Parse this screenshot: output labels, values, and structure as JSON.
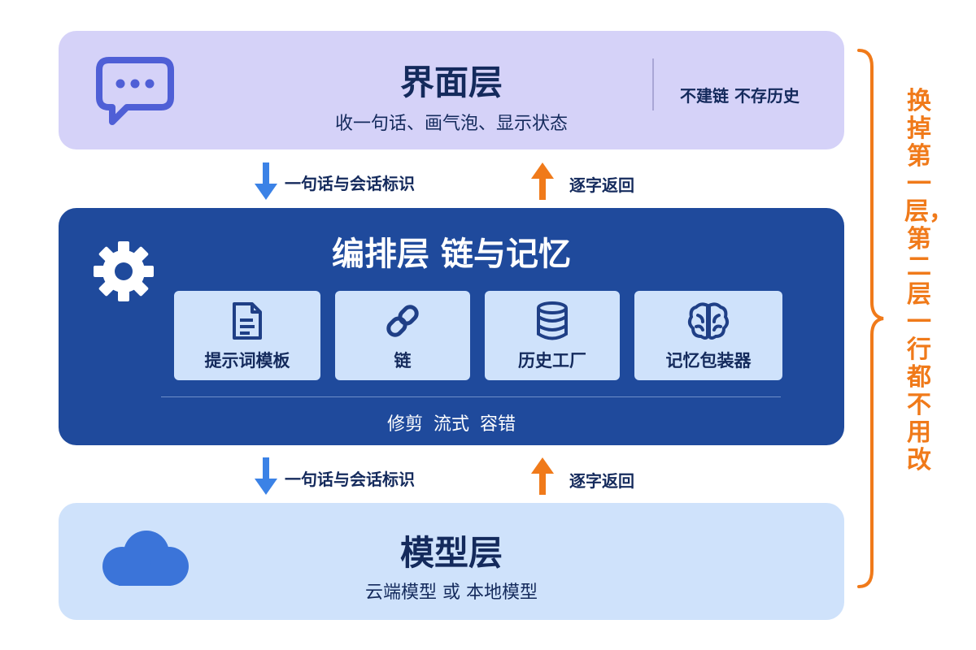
{
  "ui_layer": {
    "title": "界面层",
    "subtitle": "收一句话、画气泡、显示状态",
    "side_note": "不建链 不存历史",
    "icon": "chat-bubble-icon"
  },
  "orchestration_layer": {
    "title": "编排层 链与记忆",
    "icon": "gear-icon",
    "components": [
      {
        "label": "提示词模板",
        "icon": "document-icon"
      },
      {
        "label": "链",
        "icon": "link-icon"
      },
      {
        "label": "历史工厂",
        "icon": "database-icon"
      },
      {
        "label": "记忆包装器",
        "icon": "brain-icon"
      }
    ],
    "footer": "修剪 流式 容错"
  },
  "model_layer": {
    "title": "模型层",
    "subtitle": "云端模型 或 本地模型",
    "icon": "cloud-icon"
  },
  "flows": {
    "down_label_top": "一句话与会话标识",
    "up_label_top": "逐字返回",
    "down_label_bottom": "一句话与会话标识",
    "up_label_bottom": "逐字返回"
  },
  "side_annotation": "换掉第一层，第二层一行都不用改",
  "colors": {
    "ui_layer_bg": "#d5d2f8",
    "orchestration_bg": "#1f4a9c",
    "model_layer_bg": "#cfe2fb",
    "down_arrow": "#3b82e6",
    "up_arrow": "#f07a1a",
    "annotation": "#f07a1a"
  }
}
